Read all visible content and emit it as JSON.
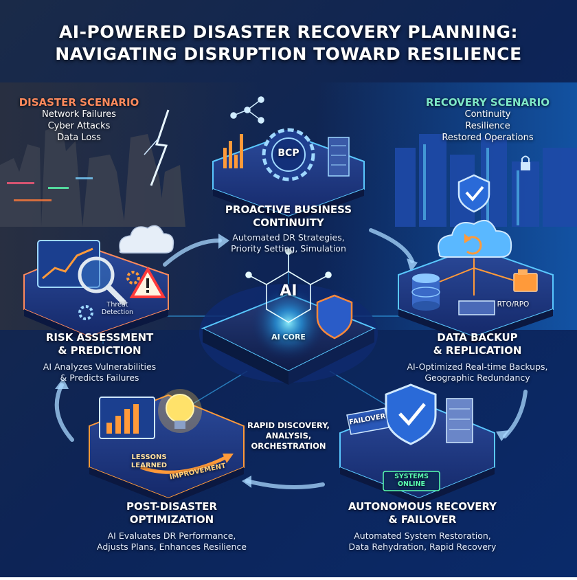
{
  "title": {
    "line1": "AI-POWERED DISASTER RECOVERY PLANNING:",
    "line2": "NAVIGATING DISRUPTION TOWARD RESILIENCE"
  },
  "disaster_scenario": {
    "heading": "DISASTER SCENARIO",
    "items": [
      "Network Failures",
      "Cyber Attacks",
      "Data Loss"
    ]
  },
  "recovery_scenario": {
    "heading": "RECOVERY SCENARIO",
    "items": [
      "Continuity",
      "Resilience",
      "Restored Operations"
    ]
  },
  "core": {
    "ai": "AI",
    "label": "AI CORE"
  },
  "stages": {
    "continuity": {
      "badge": "BCP",
      "heading": [
        "PROACTIVE BUSINESS",
        "CONTINUITY"
      ],
      "desc": [
        "Automated DR Strategies,",
        "Priority Setting, Simulation"
      ]
    },
    "risk": {
      "badge": "Threat Detection",
      "heading": [
        "RISK ASSESSMENT",
        "& PREDICTION"
      ],
      "desc": [
        "AI Analyzes Vulnerabilities",
        "& Predicts Failures"
      ]
    },
    "backup": {
      "badge": "RTO/RPO",
      "heading": [
        "DATA BACKUP",
        "& REPLICATION"
      ],
      "desc": [
        "AI-Optimized Real-time Backups,",
        "Geographic Redundancy"
      ]
    },
    "recovery": {
      "badges": [
        "FAILOVER",
        "SYSTEMS ONLINE"
      ],
      "heading": [
        "AUTONOMOUS RECOVERY",
        "& FAILOVER"
      ],
      "desc": [
        "Automated System Restoration,",
        "Data Rehydration, Rapid Recovery"
      ]
    },
    "optimization": {
      "badges": [
        "LESSONS LEARNED",
        "IMPROVEMENT"
      ],
      "heading": [
        "POST-DISASTER",
        "OPTIMIZATION"
      ],
      "desc": [
        "AI Evaluates DR Performance,",
        "Adjusts Plans, Enhances Resilience"
      ]
    }
  },
  "center_caption": [
    "RAPID DISCOVERY,",
    "ANALYSIS,",
    "ORCHESTRATION"
  ],
  "colors": {
    "disaster": "#ff8a5c",
    "recovery": "#7ee8c8",
    "accent": "#38c8ff",
    "bg_dark": "#0a1a3a"
  },
  "icons": [
    "cloud-icon",
    "magnifier-icon",
    "warning-icon",
    "gear-icon",
    "lightning-icon",
    "server-icon",
    "shield-check-icon",
    "lightbulb-icon",
    "bar-chart-icon",
    "padlock-icon"
  ]
}
